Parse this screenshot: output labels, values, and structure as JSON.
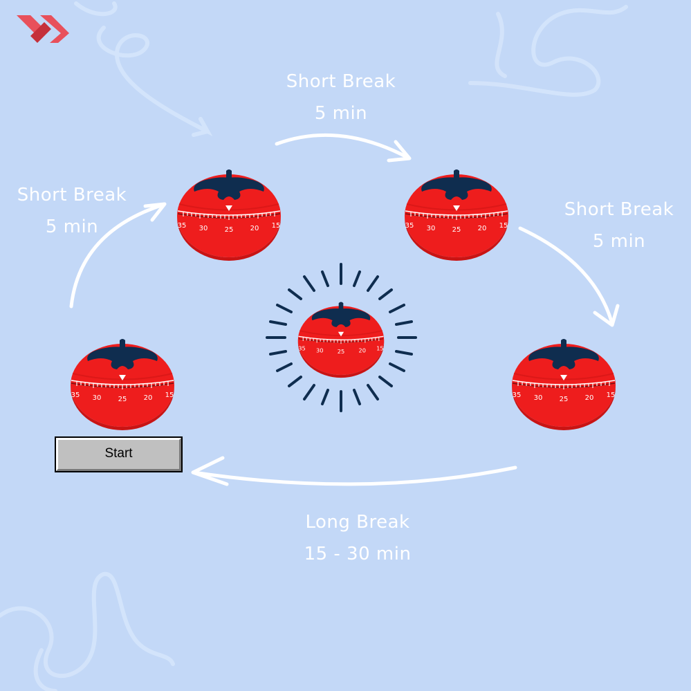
{
  "colors": {
    "background": "#c3d8f7",
    "tomato": "#ee1d1d",
    "leaf": "#0f2d4f",
    "arrow": "#ffffff",
    "logo": "#e8505b",
    "burst": "#0f2d4f"
  },
  "logo": {
    "icon": "logo-chevrons-icon"
  },
  "labels": {
    "top": {
      "line1": "Short Break",
      "line2": "5 min"
    },
    "left": {
      "line1": "Short Break",
      "line2": "5 min"
    },
    "right": {
      "line1": "Short Break",
      "line2": "5 min"
    },
    "bottom": {
      "line1": "Long Break",
      "line2": "15 - 30 min"
    }
  },
  "timer_dial": {
    "ticks": [
      "35",
      "30",
      "25",
      "20",
      "15"
    ]
  },
  "start_button": {
    "label": "Start"
  }
}
